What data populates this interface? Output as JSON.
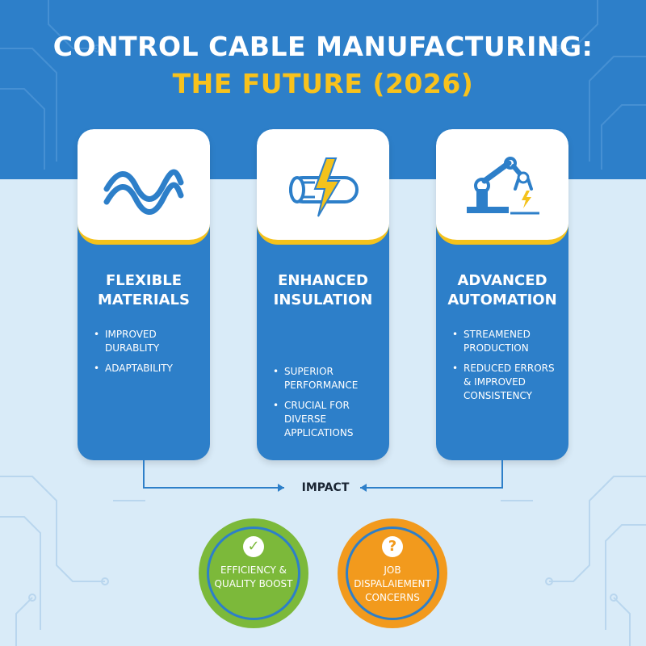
{
  "header": {
    "title": "CONTROL CABLE MANUFACTURING:",
    "subtitle": "THE FUTURE (2026)"
  },
  "colors": {
    "primary_blue": "#2d7fc9",
    "accent_yellow": "#f4c21c",
    "background": "#d9ebf8",
    "positive_green": "#7cb93a",
    "warning_orange": "#f29a1d"
  },
  "cards": [
    {
      "title": "FLEXIBLE MATERIALS",
      "icon": "wave-cable-icon",
      "bullets": [
        "IMPROVED DURABLITY",
        "ADAPTABILITY"
      ]
    },
    {
      "title": "ENHANCED INSULATION",
      "icon": "insulated-cable-lightning-icon",
      "bullets": [
        "SUPERIOR PERFORMANCE",
        "CRUCIAL FOR DIVERSE APPLICATIONS"
      ]
    },
    {
      "title": "ADVANCED AUTOMATION",
      "icon": "robotic-arm-icon",
      "bullets": [
        "STREAMENED PRODUCTION",
        "REDUCED ERRORS & IMPROVED CONSISTENCY"
      ]
    }
  ],
  "impact": {
    "label": "IMPACT",
    "outcomes": [
      {
        "text": "EFFICIENCY & QUALITY BOOST",
        "icon": "checkmark-icon",
        "symbol": "✓"
      },
      {
        "text": "JOB DISPALAIEMENT CONCERNS",
        "icon": "question-icon",
        "symbol": "?"
      }
    ]
  }
}
